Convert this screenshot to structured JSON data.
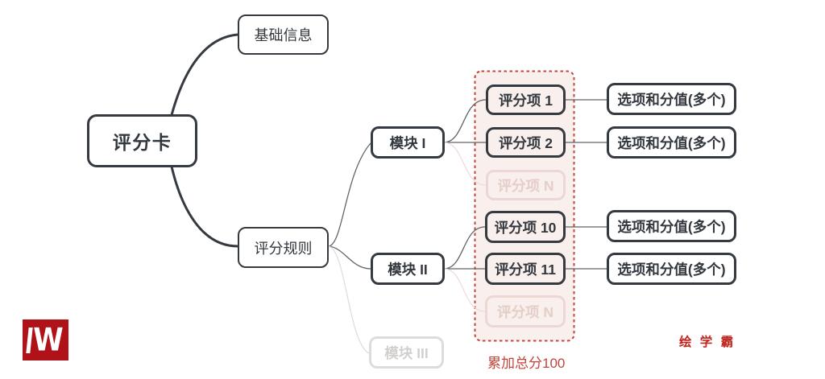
{
  "nodes": {
    "root": "评分卡",
    "basic_info": "基础信息",
    "scoring_rules": "评分规则",
    "module_1": "模块 I",
    "module_2": "模块 II",
    "module_3": "模块 III",
    "item_1": "评分项 1",
    "item_2": "评分项 2",
    "item_n": "评分项 N",
    "item_10": "评分项 10",
    "item_11": "评分项 11",
    "options": "选项和分值(多个)"
  },
  "annotations": {
    "total_note": "累加总分100",
    "brand": "绘 学 霸",
    "logo_letter": "W"
  },
  "colors": {
    "node_border": "#353a40",
    "accent_red": "#c2453b",
    "dashed_fill": "#f9efed",
    "faded_pink": "#ecd7d2",
    "faded_gray": "#dcdcdc",
    "logo_red": "#b01219",
    "brand_red": "#c2241c"
  }
}
